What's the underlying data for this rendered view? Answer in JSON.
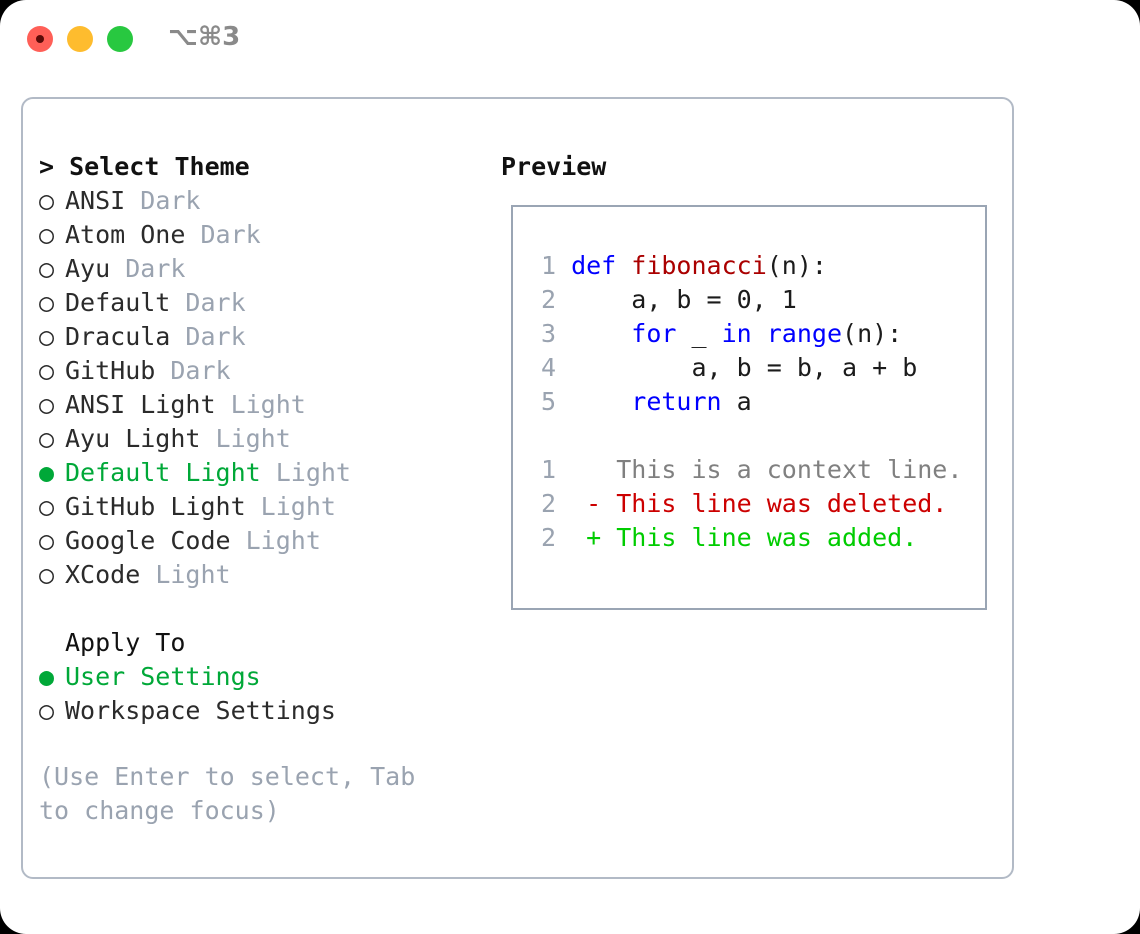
{
  "titlebar": {
    "shortcut": "⌥⌘3",
    "lights": [
      "close-red",
      "minimize-yellow",
      "zoom-green"
    ]
  },
  "theme_panel": {
    "title": "> Select Theme",
    "bullet_selected": "●",
    "bullet_unselected": "○",
    "options": [
      {
        "name": "ANSI",
        "kind": "Dark",
        "selected": false
      },
      {
        "name": "Atom One",
        "kind": "Dark",
        "selected": false
      },
      {
        "name": "Ayu",
        "kind": "Dark",
        "selected": false
      },
      {
        "name": "Default",
        "kind": "Dark",
        "selected": false
      },
      {
        "name": "Dracula",
        "kind": "Dark",
        "selected": false
      },
      {
        "name": "GitHub",
        "kind": "Dark",
        "selected": false
      },
      {
        "name": "ANSI Light",
        "kind": "Light",
        "selected": false
      },
      {
        "name": "Ayu Light",
        "kind": "Light",
        "selected": false
      },
      {
        "name": "Default Light",
        "kind": "Light",
        "selected": true
      },
      {
        "name": "GitHub Light",
        "kind": "Light",
        "selected": false
      },
      {
        "name": "Google Code",
        "kind": "Light",
        "selected": false
      },
      {
        "name": "XCode",
        "kind": "Light",
        "selected": false
      }
    ]
  },
  "apply_to": {
    "label": "Apply To",
    "options": [
      {
        "name": "User Settings",
        "selected": true
      },
      {
        "name": "Workspace Settings",
        "selected": false
      }
    ]
  },
  "hint": "(Use Enter to select, Tab to change focus)",
  "preview": {
    "title": "Preview",
    "code_lines": [
      {
        "num": "1",
        "tokens": [
          {
            "t": "def ",
            "c": "kw"
          },
          {
            "t": "fibonacci",
            "c": "fn"
          },
          {
            "t": "(n):",
            "c": "plain"
          }
        ]
      },
      {
        "num": "2",
        "tokens": [
          {
            "t": "    a, b = 0, 1",
            "c": "plain"
          }
        ]
      },
      {
        "num": "3",
        "tokens": [
          {
            "t": "    ",
            "c": "plain"
          },
          {
            "t": "for",
            "c": "kw"
          },
          {
            "t": " _ ",
            "c": "plain"
          },
          {
            "t": "in range",
            "c": "kw"
          },
          {
            "t": "(n):",
            "c": "plain"
          }
        ]
      },
      {
        "num": "4",
        "tokens": [
          {
            "t": "        a, b = b, a + b",
            "c": "plain"
          }
        ]
      },
      {
        "num": "5",
        "tokens": [
          {
            "t": "    ",
            "c": "plain"
          },
          {
            "t": "return",
            "c": "kw"
          },
          {
            "t": " a",
            "c": "plain"
          }
        ]
      }
    ],
    "diff_lines": [
      {
        "num": "1",
        "marker": "  ",
        "text": "This is a context line.",
        "c": "ctx"
      },
      {
        "num": "2",
        "marker": "- ",
        "text": "This line was deleted.",
        "c": "del"
      },
      {
        "num": "2",
        "marker": "+ ",
        "text": "This line was added.",
        "c": "add"
      }
    ]
  },
  "colors": {
    "accent_green": "#00a838",
    "diff_added": "#00cc00",
    "diff_deleted": "#cc0000",
    "keyword_blue": "#0000ff",
    "function_red": "#aa0000",
    "muted_gray": "#9aa3b0",
    "border": "#b2bac6"
  }
}
